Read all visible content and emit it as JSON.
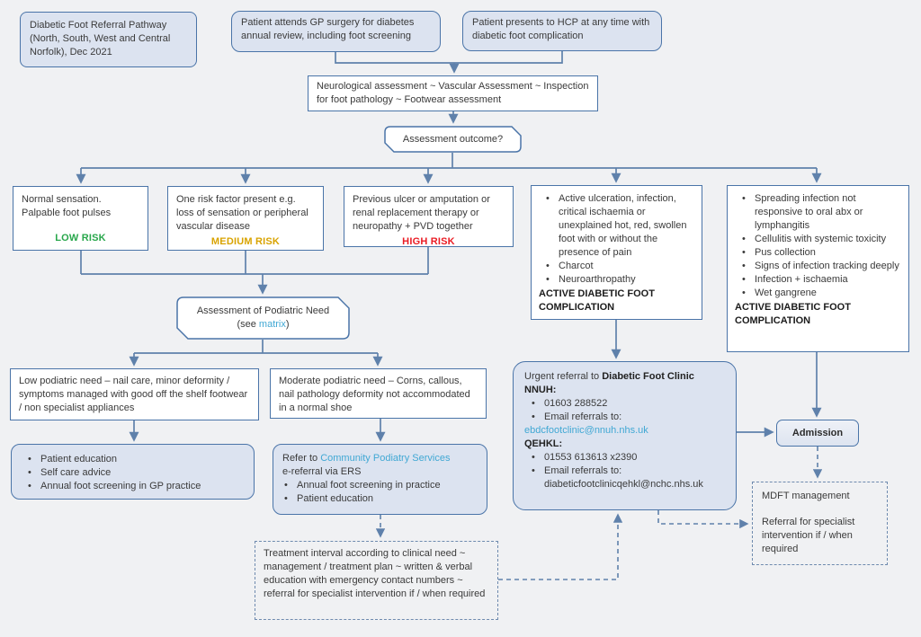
{
  "colors": {
    "accent": "#4a74a8",
    "connector": "#5f81ab",
    "box_fill": "#dce3f0",
    "low_risk": "#28a74b",
    "medium_risk": "#d9a300",
    "high_risk": "#ea1c24",
    "link": "#41a8d4"
  },
  "title_box": {
    "text": "Diabetic Foot Referral Pathway (North, South, West and Central Norfolk), Dec 2021"
  },
  "gp_box": {
    "text": "Patient attends GP surgery for diabetes annual review, including foot screening"
  },
  "hcp_box": {
    "text": "Patient presents to HCP at any time with diabetic foot complication"
  },
  "neuro_box": {
    "text": "Neurological assessment ~ Vascular Assessment ~ Inspection for foot pathology ~ Footwear assessment"
  },
  "outcome_box": {
    "text": "Assessment outcome?"
  },
  "risk_boxes": {
    "low": {
      "text": "Normal sensation. Palpable foot pulses",
      "label": "LOW RISK",
      "color": "#28a74b"
    },
    "medium": {
      "text": "One risk factor present e.g. loss of sensation or peripheral vascular disease",
      "label": "MEDIUM RISK",
      "color": "#d9a300"
    },
    "high": {
      "text": "Previous ulcer or amputation or renal replacement therapy or neuropathy + PVD together",
      "label": "HIGH RISK",
      "color": "#ea1c24"
    }
  },
  "active_box": {
    "bullets": [
      "Active ulceration, infection, critical ischaemia or unexplained hot, red, swollen foot with or without the presence of pain",
      "Charcot",
      "Neuroarthropathy"
    ],
    "label": "ACTIVE DIABETIC FOOT COMPLICATION"
  },
  "spreading_box": {
    "bullets": [
      "Spreading infection not responsive to oral abx or lymphangitis",
      "Cellulitis with systemic toxicity",
      "Pus collection",
      "Signs of infection tracking deeply",
      "Infection + ischaemia",
      "Wet gangrene"
    ],
    "label": "ACTIVE DIABETIC FOOT COMPLICATION"
  },
  "podiatric_box": {
    "line1": "Assessment of Podiatric Need",
    "see_prefix": "(see ",
    "link": "matrix",
    "see_suffix": ")"
  },
  "low_pod_box": {
    "text": "Low podiatric need – nail care, minor deformity / symptoms managed with good off the shelf footwear / non specialist appliances"
  },
  "mod_pod_box": {
    "text": "Moderate podiatric need – Corns, callous, nail pathology deformity not accommodated in a normal shoe"
  },
  "education_box": {
    "bullets": [
      "Patient education",
      "Self care advice",
      "Annual foot screening in GP practice"
    ]
  },
  "community_box": {
    "refer_prefix": "Refer to ",
    "link": "Community Podiatry Services",
    "line2": "e-referral via ERS",
    "bullets": [
      "Annual foot screening in practice",
      "Patient education"
    ]
  },
  "urgent_box": {
    "intro": "Urgent referral to ",
    "clinic": "Diabetic Foot Clinic",
    "nnuh_label": "NNUH:",
    "nnuh_phone": "01603 288522",
    "nnuh_email_label": "Email referrals to:",
    "nnuh_email": "ebdcfootclinic@nnuh.nhs.uk",
    "qehkl_label": "QEHKL:",
    "qehkl_phone": "01553 613613 x2390",
    "qehkl_email_label": "Email referrals to:",
    "qehkl_email": "diabeticfootclinicqehkl@nchc.nhs.uk"
  },
  "admission_box": {
    "text": "Admission"
  },
  "mdft_box": {
    "line1": "MDFT management",
    "line2": "Referral for specialist intervention if / when required"
  },
  "treatment_box": {
    "text": "Treatment interval according to clinical need ~ management / treatment plan ~ written & verbal education with emergency contact numbers ~ referral for specialist intervention if / when required"
  }
}
